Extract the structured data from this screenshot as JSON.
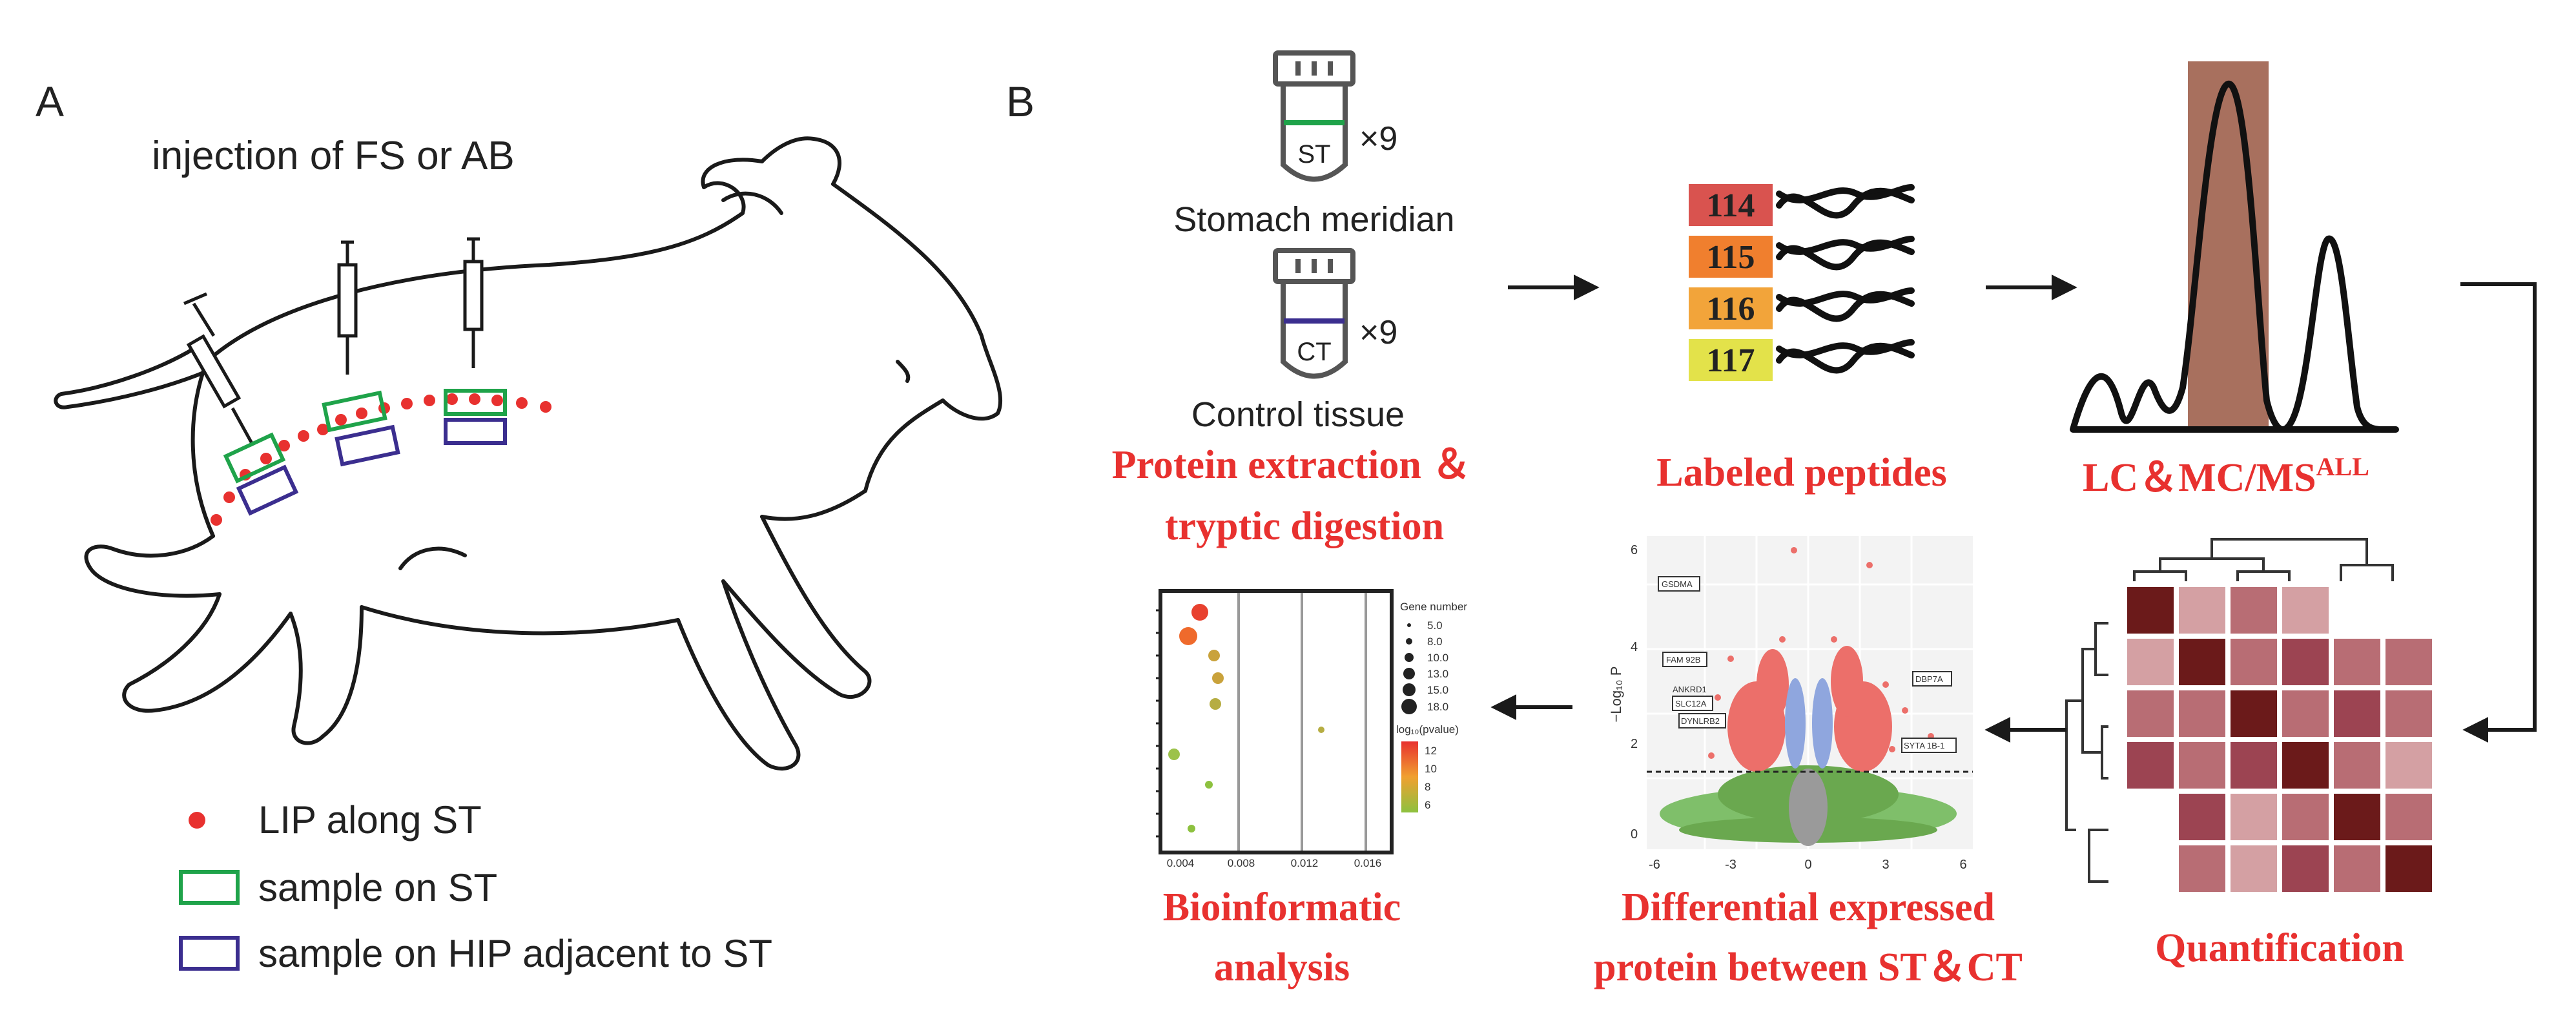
{
  "panel_a": {
    "letter": "A",
    "title": "injection of FS or AB",
    "legend": [
      {
        "label": "LIP along ST",
        "symbol": "red-dot-icon",
        "color": "#e8312f"
      },
      {
        "label": "sample on ST",
        "symbol": "green-box-icon",
        "color": "#1fa34a"
      },
      {
        "label": "sample on HIP adjacent to ST",
        "symbol": "purple-box-icon",
        "color": "#3b2e8f"
      }
    ]
  },
  "panel_b": {
    "letter": "B",
    "tubes": [
      {
        "tube_label": "ST",
        "count": "×9",
        "caption": "Stomach meridian",
        "band_color": "#1fa34a"
      },
      {
        "tube_label": "CT",
        "count": "×9",
        "caption": "Control tissue",
        "band_color": "#3b2e8f"
      }
    ],
    "step_extraction_line1": "Protein extraction ＆",
    "step_extraction_line2": "tryptic digestion",
    "tags": [
      {
        "label": "114",
        "color": "#d9534f"
      },
      {
        "label": "115",
        "color": "#f07f2e"
      },
      {
        "label": "116",
        "color": "#f2a43a"
      },
      {
        "label": "117",
        "color": "#e3e24a"
      }
    ],
    "step_labeled": "Labeled peptides",
    "step_lc_main": "LC＆MC/MS",
    "step_lc_sup": "ALL",
    "step_quant": "Quantification",
    "step_diff_line1": "Differential expressed",
    "step_diff_line2": "protein between ST＆CT",
    "step_bioinfo_line1": "Bioinformatic",
    "step_bioinfo_line2": "analysis",
    "volcano": {
      "y_axis_label": "−Log₁₀ P",
      "y_ticks": [
        "0",
        "2",
        "4",
        "6"
      ],
      "x_ticks": [
        "-6",
        "-3",
        "0",
        "3",
        "6"
      ],
      "gene_labels": [
        "GSDMA",
        "FAM 92B",
        "ANKRD1",
        "SLC12A",
        "DYNLRB2",
        "DBP7A",
        "SYTA 1B-1"
      ]
    },
    "bubble": {
      "x_ticks": [
        "0.004",
        "0.008",
        "0.012",
        "0.016"
      ],
      "size_legend_title": "Gene number",
      "size_legend": [
        "5.0",
        "8.0",
        "10.0",
        "13.0",
        "15.0",
        "18.0"
      ],
      "color_legend_title": "log₁₀(pvalue)",
      "color_legend": [
        "12",
        "10",
        "8",
        "6"
      ]
    },
    "heatmap_colors": [
      "#6b1a1a",
      "#9c4452",
      "#b86d74",
      "#d4a0a3"
    ]
  }
}
